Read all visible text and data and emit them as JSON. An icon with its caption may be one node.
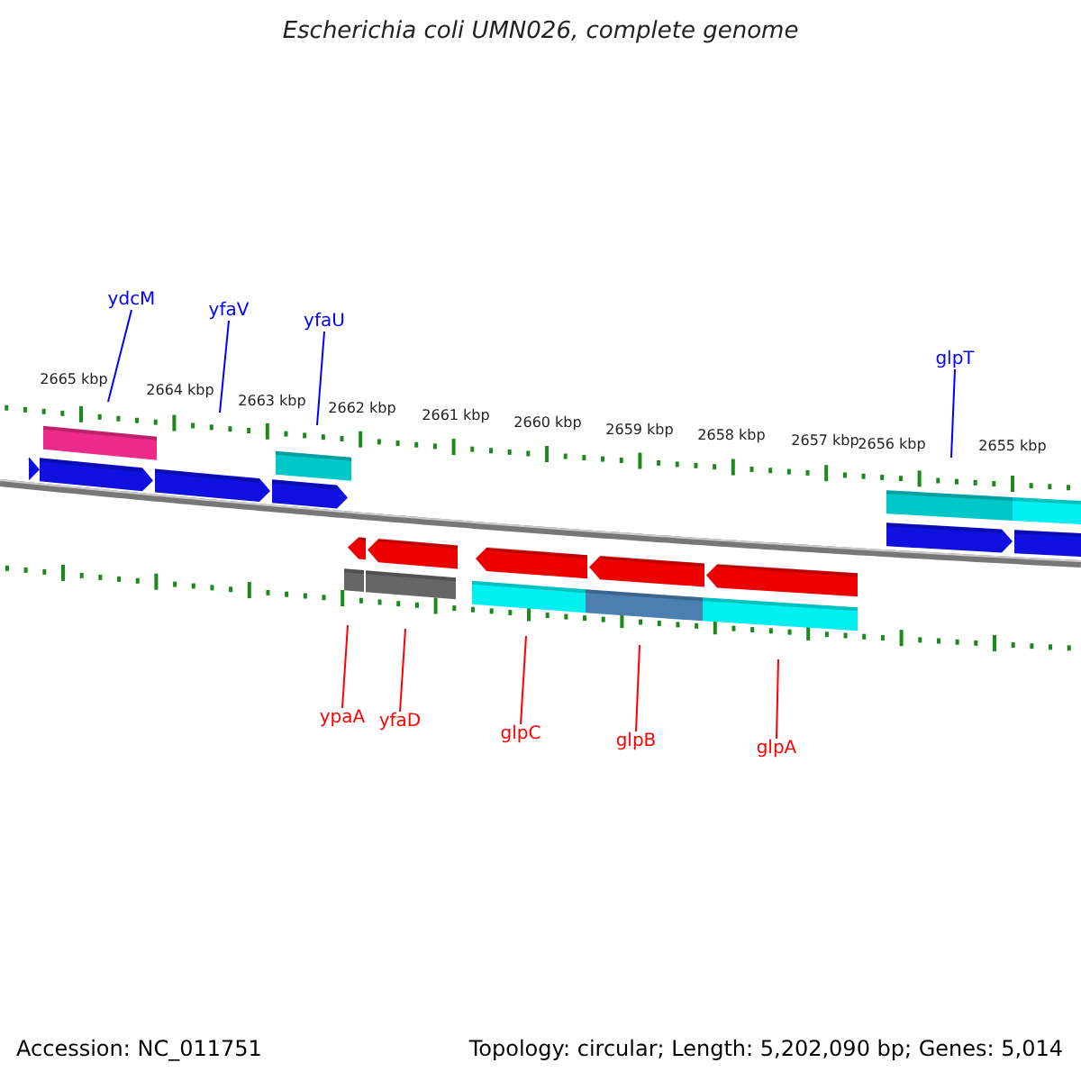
{
  "diagram": {
    "title": "Escherichia coli UMN026, complete genome",
    "nodes": [
      {
        "text": [
          "ydcM"
        ]
      },
      {
        "text": [
          "yfaV"
        ]
      },
      {
        "text": [
          "yfaU"
        ]
      },
      {
        "text": [
          "glpT"
        ]
      },
      {
        "text": [
          "ypaA"
        ]
      },
      {
        "text": [
          "yfaD"
        ]
      },
      {
        "text": [
          "glpC"
        ]
      },
      {
        "text": [
          "glpB"
        ]
      },
      {
        "text": [
          "glpA"
        ]
      }
    ],
    "edges": [
      {
        "from": 0,
        "to": null,
        "arrow": "none",
        "color": "#0000ff"
      },
      {
        "from": 1,
        "to": null,
        "arrow": "none",
        "color": "#0000ff"
      },
      {
        "from": 2,
        "to": null,
        "arrow": "none",
        "color": "#0000ff"
      },
      {
        "from": 3,
        "to": null,
        "arrow": "none",
        "color": "#0000ff"
      },
      {
        "from": 4,
        "to": null,
        "arrow": "none",
        "color": "#ff0000"
      },
      {
        "from": 5,
        "to": null,
        "arrow": "none",
        "color": "#ff0000"
      },
      {
        "from": 6,
        "to": null,
        "arrow": "none",
        "color": "#ff0000"
      },
      {
        "from": 7,
        "to": null,
        "arrow": "none",
        "color": "#ff0000"
      },
      {
        "from": 8,
        "to": null,
        "arrow": "none",
        "color": "#ff0000"
      }
    ],
    "labels": [
      "2665 kbp",
      "2664 kbp",
      "2663 kbp",
      "2662 kbp",
      "2661 kbp",
      "2660 kbp",
      "2659 kbp",
      "2658 kbp",
      "2657 kbp",
      "2656 kbp",
      "2655 kbp",
      "Accession: NC_011751",
      "Topology: circular; Length: 5,202,090 bp; Genes: 5,014"
    ]
  }
}
